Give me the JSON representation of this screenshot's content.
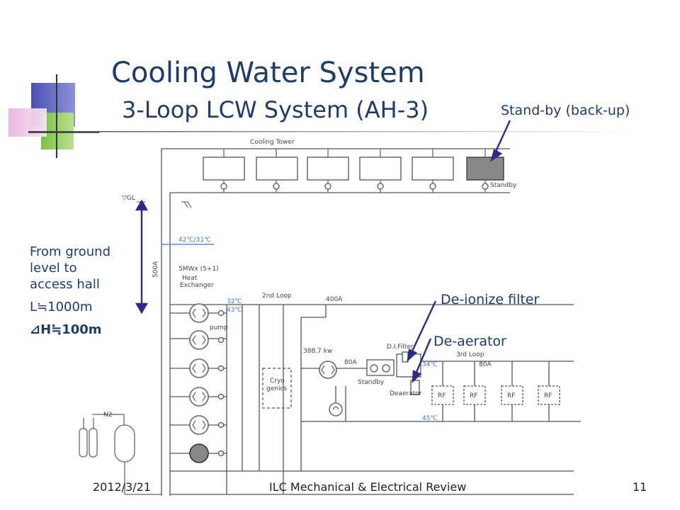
{
  "slide": {
    "title": "Cooling Water System",
    "subtitle": "3-Loop LCW System (AH-3)",
    "standby_callout": "Stand-by (back-up)",
    "deionize_callout": "De-ionize filter",
    "deaerator_callout": "De-aerator",
    "left_note": {
      "line1": "From ground",
      "line2": "level to",
      "line3": "access hall",
      "length": "L≒1000m",
      "height": "⊿H≒100m"
    }
  },
  "diagram": {
    "cooling_tower": "Cooling Tower",
    "standby": "Standby",
    "gl": "▽GL",
    "pipe_500a": "500A",
    "temp_42_31": "42℃/31℃",
    "power_5mw": "5MWx (5+1)",
    "heat_exchanger_1": "Heat",
    "heat_exchanger_2": "Exchanger",
    "temp_32": "32℃",
    "temp_43": "43℃",
    "pump": "pump",
    "second_loop": "2nd Loop",
    "pipe_400a": "400A",
    "power_388": "388.7 kw",
    "pipe_80a_left": "80A",
    "standby_pump": "Standby",
    "cryo_1": "Cryo",
    "cryo_2": "genics",
    "di_filter": "D.I.Filter",
    "temp_34": "34℃",
    "third_loop": "3rd Loop",
    "pipe_80a_right": "80A",
    "deaerator": "Deaerator",
    "temp_45": "45℃",
    "rf": "RF",
    "n2": "N2"
  },
  "footer": {
    "date": "2012/3/21",
    "center": "ILC Mechanical & Electrical Review",
    "page": "11"
  },
  "colors": {
    "title": "#1f3b6e",
    "arrow": "#2e2a8a",
    "temp_label": "#3b78d8",
    "deco_blue": "#4a4fb5",
    "deco_green": "#7bc143",
    "deco_pink": "#e8b4dc"
  }
}
